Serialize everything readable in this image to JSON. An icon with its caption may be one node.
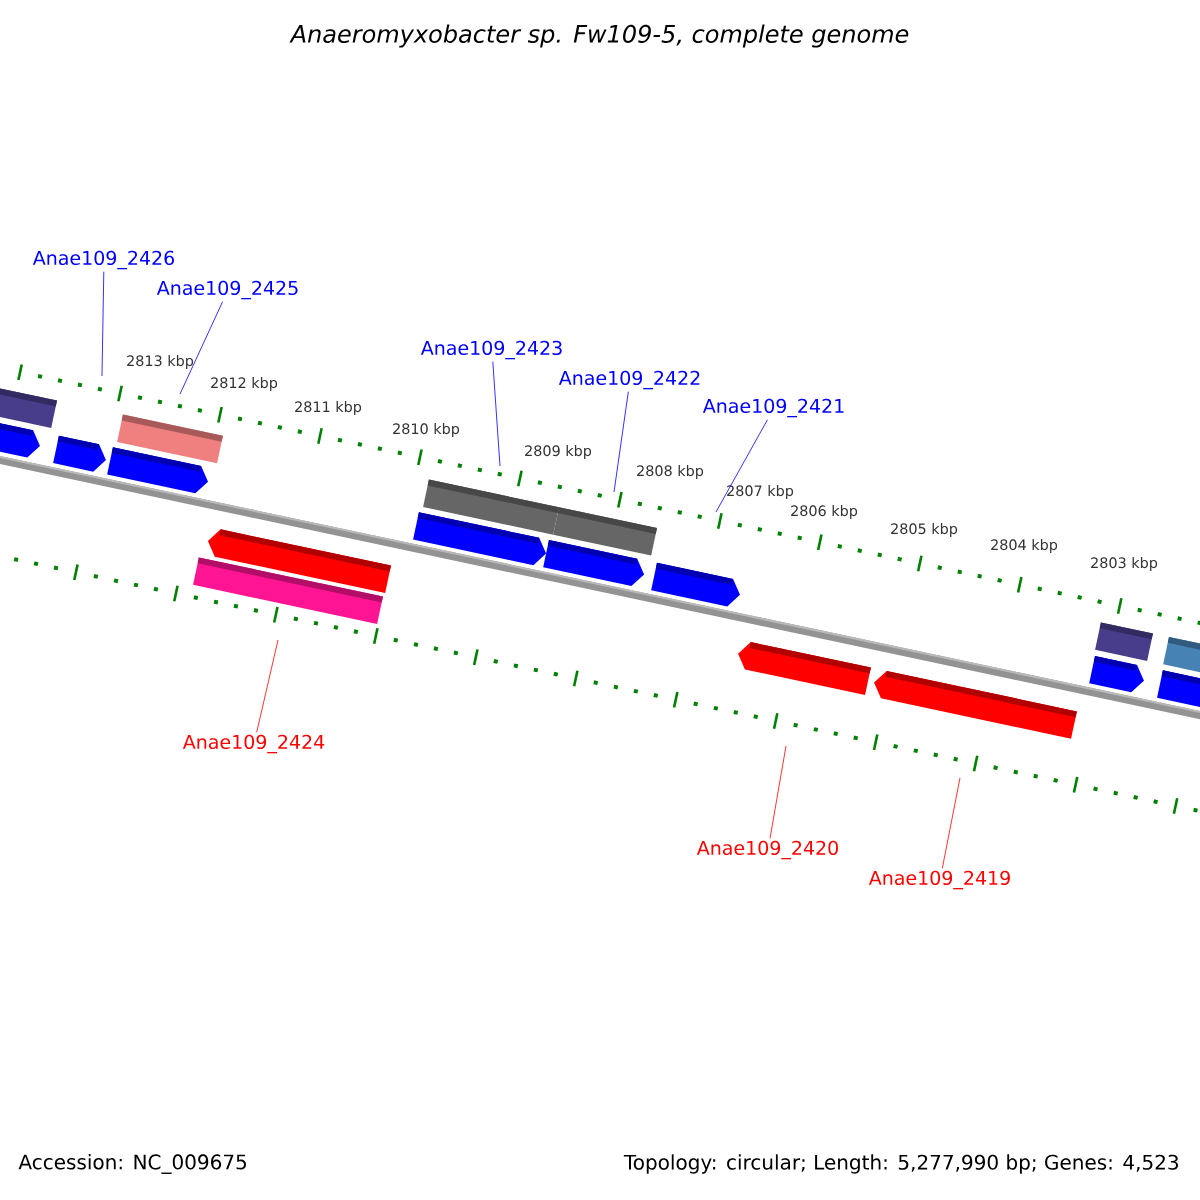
{
  "diagram": {
    "title": "Anaeromyxobacter sp. Fw109-5, complete genome",
    "nodes": [
      {
        "text": [
          "Anae109_2426"
        ]
      },
      {
        "text": [
          "Anae109_2425"
        ]
      },
      {
        "text": [
          "Anae109_2423"
        ]
      },
      {
        "text": [
          "Anae109_2422"
        ]
      },
      {
        "text": [
          "Anae109_2421"
        ]
      },
      {
        "text": [
          "Anae109_2424"
        ]
      },
      {
        "text": [
          "Anae109_2420"
        ]
      },
      {
        "text": [
          "Anae109_2419"
        ]
      }
    ],
    "edges": [
      {
        "from": 0,
        "to": null,
        "arrow": "none"
      },
      {
        "from": 1,
        "to": null,
        "arrow": "none"
      },
      {
        "from": 2,
        "to": null,
        "arrow": "none"
      },
      {
        "from": 3,
        "to": null,
        "arrow": "none"
      },
      {
        "from": 4,
        "to": null,
        "arrow": "none"
      },
      {
        "from": 5,
        "to": null,
        "arrow": "none",
        "color": "#ff0000"
      },
      {
        "from": 6,
        "to": null,
        "arrow": "none",
        "color": "#ff0000"
      },
      {
        "from": 7,
        "to": null,
        "arrow": "none",
        "color": "#ff0000"
      }
    ],
    "labels": [
      "2813 kbp",
      "2812 kbp",
      "2811 kbp",
      "2810 kbp",
      "2809 kbp",
      "2808 kbp",
      "2807 kbp",
      "2806 kbp",
      "2805 kbp",
      "2804 kbp",
      "2803 kbp",
      "Accession: NC_009675",
      "Topology: circular; Length: 5,277,990 bp; Genes: 4,523"
    ]
  }
}
